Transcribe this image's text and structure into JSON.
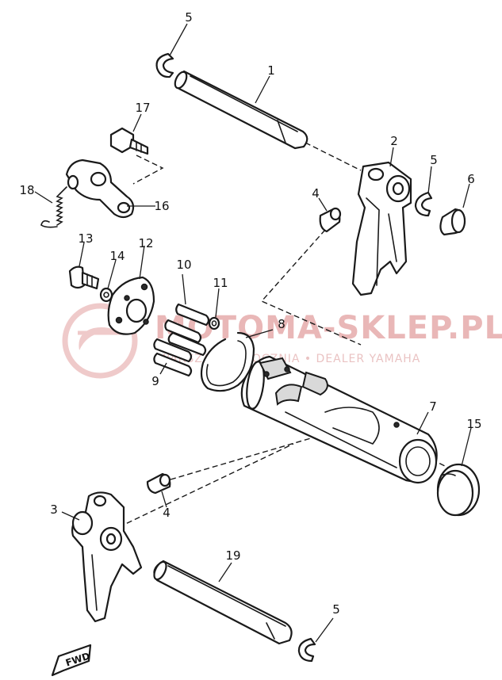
{
  "callouts": {
    "c1": "1",
    "c2": "2",
    "c3": "3",
    "c4a": "4",
    "c4b": "4",
    "c5a": "5",
    "c5b": "5",
    "c5c": "5",
    "c6": "6",
    "c7": "7",
    "c8": "8",
    "c9": "9",
    "c10": "10",
    "c11": "11",
    "c12": "12",
    "c13": "13",
    "c14": "14",
    "c15": "15",
    "c16": "16",
    "c17": "17",
    "c18": "18",
    "c19": "19"
  },
  "watermark": {
    "main": "MOTOMA-SKLEP.PL",
    "sub": "WARSZAWA.CHOCZNIA • DEALER YAMAHA",
    "color": "#e3a0a0"
  },
  "fwd_label": "FWD"
}
